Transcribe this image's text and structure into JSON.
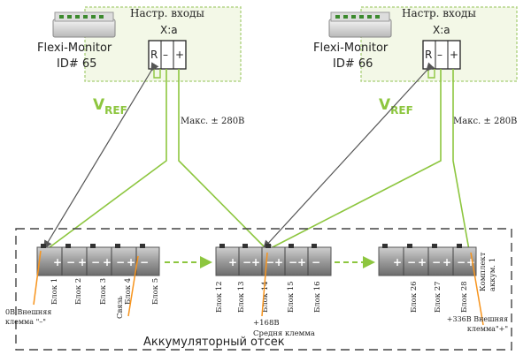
{
  "monitors": [
    {
      "title": "Flexi-Monitor",
      "id_label": "ID# 65",
      "inputs_label": "Настр. входы",
      "connector_label": "X:a",
      "terminals": [
        "R",
        "–",
        "+"
      ],
      "vref": "V",
      "vref_sub": "REF",
      "max_label": "Макс. ± 280В"
    },
    {
      "title": "Flexi-Monitor",
      "id_label": "ID# 66",
      "inputs_label": "Настр. входы",
      "connector_label": "X:a",
      "terminals": [
        "R",
        "–",
        "+"
      ],
      "vref": "V",
      "vref_sub": "REF",
      "max_label": "Макс. ± 280В"
    }
  ],
  "compartment_label": "Аккумуляторный отсек",
  "blocks_group1": [
    "Блок 1",
    "Блок 2",
    "Блок 3",
    "Блок 4",
    "Блок 5"
  ],
  "blocks_group2": [
    "Блок 12",
    "Блок 13",
    "Блок 14",
    "Блок 15",
    "Блок 16"
  ],
  "blocks_group3": [
    "Блок 26",
    "Блок 27",
    "Блок 28"
  ],
  "battery_pack_label_line1": "Комплект",
  "battery_pack_label_line2": "аккум. 1",
  "annotations": {
    "zero_v": "0В Внешняя",
    "zero_v_2": "клемма \"–\"",
    "link": "Связь",
    "mid_v": "+168В",
    "mid_v_2": "Средня клемма",
    "top_v": "+336В Внешняя",
    "top_v_2": "клемма\"+\""
  },
  "colors": {
    "green": "#8dc63f",
    "orange": "#f7941d",
    "gray_line": "#555555",
    "box_fill": "#f3f8e7"
  }
}
